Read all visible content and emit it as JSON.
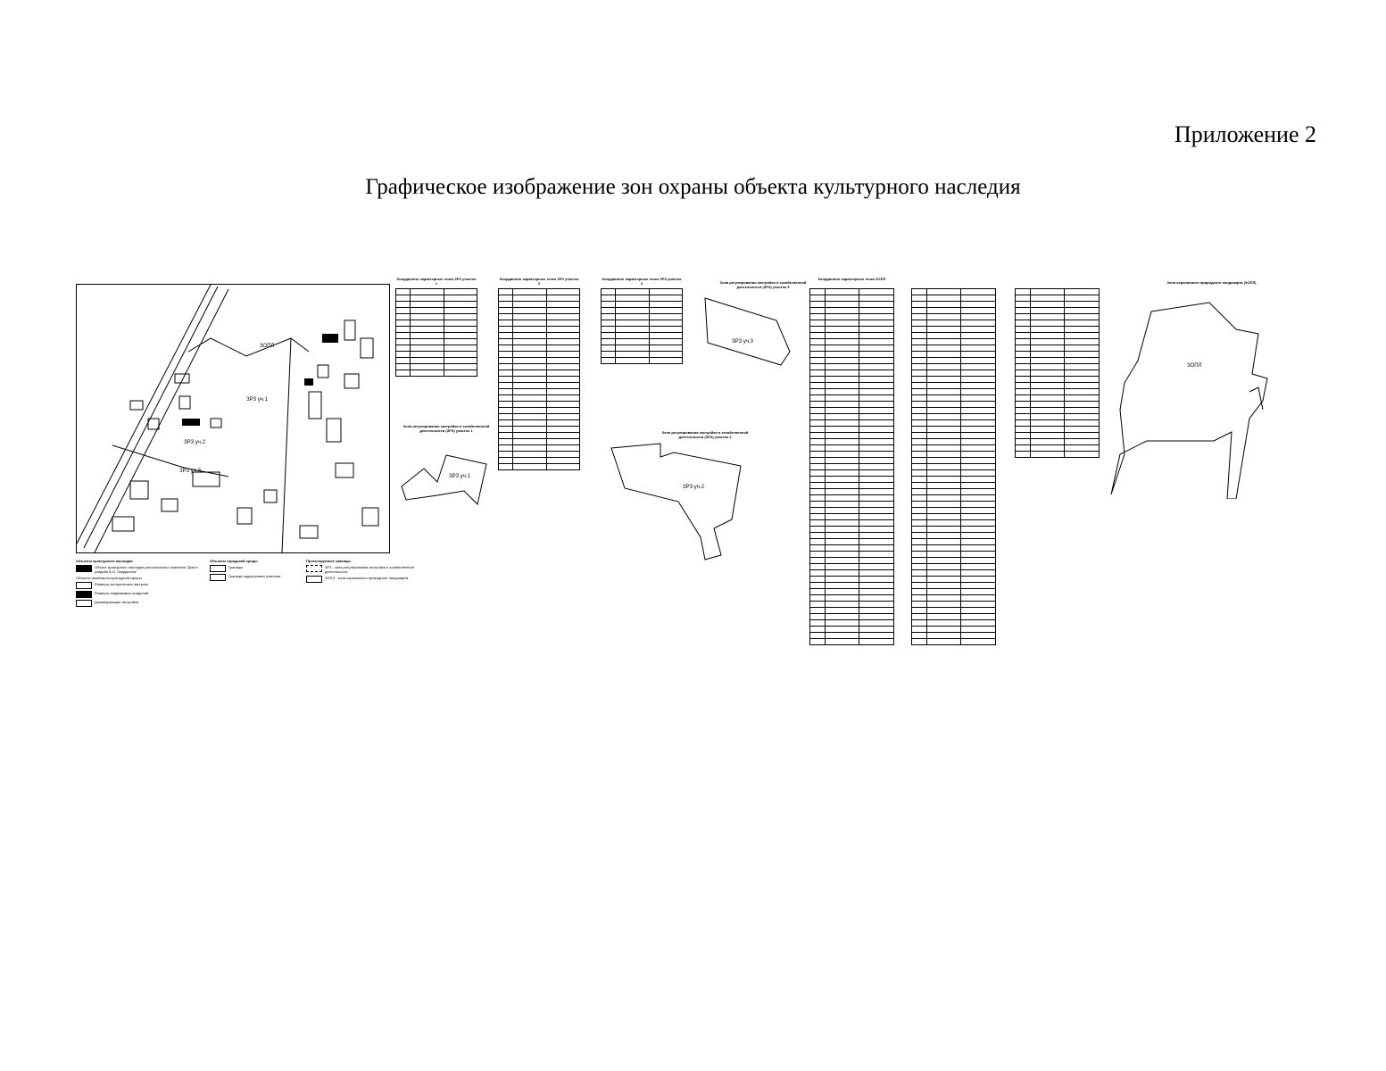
{
  "header": {
    "appendix": "Приложение 2",
    "title": "Графическое изображение зон охраны объекта культурного наследия"
  },
  "map": {
    "labels": [
      "ЗОПЛ",
      "ЗРЗ уч.1",
      "ЗРЗ уч.2",
      "ЗРЗ уч.3"
    ]
  },
  "legend": {
    "col1_heading": "Объекты культурного наследия",
    "col1_items": [
      "Объект культурного наследия регионального значения \"Дом в усадьбе В.И. Чердынина\"",
      "Объекты инженерно-культурной сферы",
      "Размеры исторических застроек",
      "Размеры недвижимых владений",
      "Доминирующие застройки"
    ],
    "col2_heading": "Объекты городской среды",
    "col2_items": [
      "Границы",
      "Границы кадастровых участков"
    ],
    "col3_heading": "Проектируемые границы",
    "col3_items": [
      "ЗРЗ - зона регулирования застройки и хозяйственной деятельности",
      "ЗОПЛ - зона охраняемого природного ландшафта"
    ]
  },
  "tables": [
    {
      "caption": "Координаты характерных точек ЗРЗ участок 1",
      "rows": 12
    },
    {
      "caption": "Координаты характерных точек ЗРЗ участок 2",
      "rows": 27
    },
    {
      "caption": "Координаты характерных точек ЗРЗ участок 3",
      "rows": 10
    },
    {
      "caption": "Координаты характерных точек ЗОПЛ",
      "rows": 55
    },
    {
      "caption": "",
      "rows": 55
    },
    {
      "caption": "",
      "rows": 25
    }
  ],
  "zone_shapes": [
    {
      "caption": "Зона регулирования застройки и хозяйственной деятельности (ЗРЗ) участок 1",
      "label": "ЗРЗ уч.1"
    },
    {
      "caption": "Зона регулирования застройки и хозяйственной деятельности (ЗРЗ) участок 2",
      "label": "ЗРЗ уч.2"
    },
    {
      "caption": "Зона регулирования застройки и хозяйственной деятельности (ЗРЗ) участок 3",
      "label": "ЗРЗ уч.3"
    },
    {
      "caption": "Зона охраняемого природного ландшафта (ЗОПЛ)",
      "label": "ЗОПЛ"
    }
  ]
}
